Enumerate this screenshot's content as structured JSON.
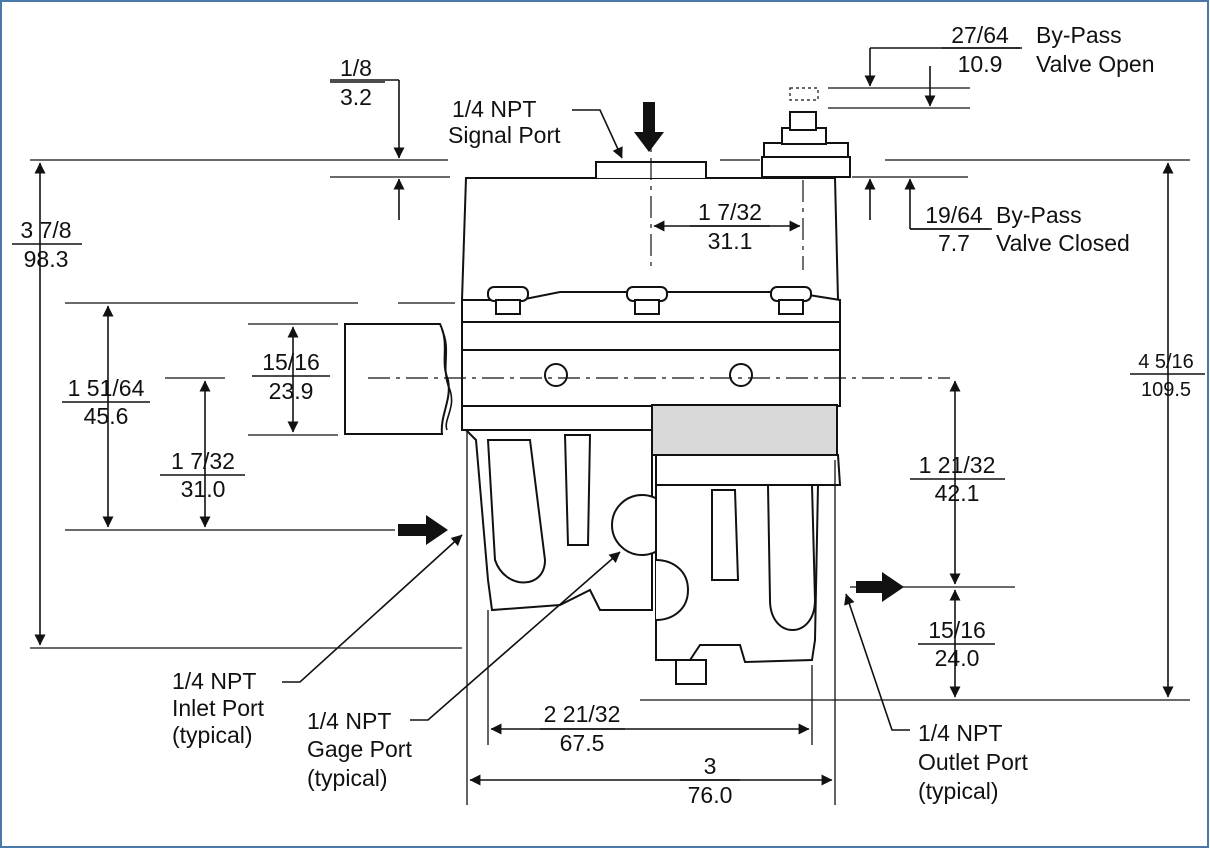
{
  "diagram": {
    "dimensions": {
      "top_offset": {
        "fraction": "1/8",
        "metric": "3.2"
      },
      "overall_height_left": {
        "fraction": "3 7/8",
        "metric": "98.3"
      },
      "overall_height_right": {
        "fraction": "4 5/16",
        "metric": "109.5"
      },
      "upper_left": {
        "fraction": "1 51/64",
        "metric": "45.6"
      },
      "gauge_block": {
        "fraction": "15/16",
        "metric": "23.9"
      },
      "inlet_center": {
        "fraction": "1 7/32",
        "metric": "31.0"
      },
      "signal_to_bolt": {
        "fraction": "1 7/32",
        "metric": "31.1"
      },
      "bypass_open": {
        "fraction": "27/64",
        "metric": "10.9",
        "label_line1": "By-Pass",
        "label_line2": "Valve Open"
      },
      "bypass_closed": {
        "fraction": "19/64",
        "metric": "7.7",
        "label_line1": "By-Pass",
        "label_line2": "Valve Closed"
      },
      "outlet_upper": {
        "fraction": "1 21/32",
        "metric": "42.1"
      },
      "outlet_lower": {
        "fraction": "15/16",
        "metric": "24.0"
      },
      "bolt_span": {
        "fraction": "2 21/32",
        "metric": "67.5"
      },
      "overall_width": {
        "fraction": "3",
        "metric": "76.0"
      }
    },
    "callouts": {
      "signal_port": {
        "line1": "1/4 NPT",
        "line2": "Signal Port"
      },
      "inlet_port": {
        "line1": "1/4 NPT",
        "line2": "Inlet Port",
        "line3": "(typical)"
      },
      "gage_port": {
        "line1": "1/4 NPT",
        "line2": "Gage Port",
        "line3": "(typical)"
      },
      "outlet_port": {
        "line1": "1/4 NPT",
        "line2": "Outlet Port",
        "line3": "(typical)"
      }
    }
  }
}
